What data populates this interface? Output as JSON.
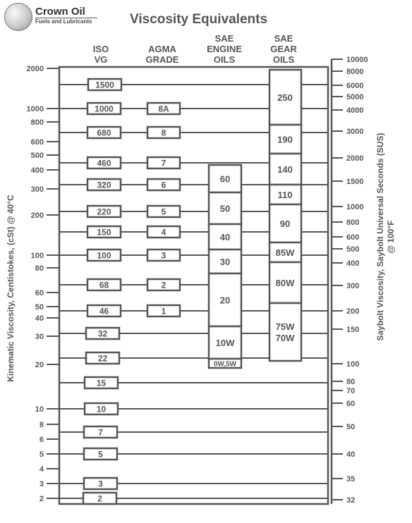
{
  "brand": {
    "name": "Crown Oil",
    "tagline": "Fuels and Lubricants"
  },
  "title": "Viscosity Equivalents",
  "columns": {
    "iso": [
      "ISO",
      "VG"
    ],
    "agma": [
      "AGMA",
      "GRADE"
    ],
    "sae_engine": [
      "SAE",
      "ENGINE",
      "OILS"
    ],
    "sae_gear": [
      "SAE",
      "GEAR",
      "OILS"
    ]
  },
  "left_axis_label": "Kinematic Viscosity, Centistokes, (cSt) @ 40°C",
  "right_axis_label": "Saybolt Viscosity, Saybolt Universal Seconds (SUS) @ 100°F",
  "left_ticks": [
    "2000",
    "1000",
    "800",
    "600",
    "500",
    "400",
    "300",
    "200",
    "100",
    "80",
    "60",
    "50",
    "40",
    "30",
    "20",
    "10",
    "8",
    "6",
    "5",
    "4",
    "3",
    "2"
  ],
  "right_ticks": [
    "10000",
    "8000",
    "6000",
    "5000",
    "4000",
    "3000",
    "2000",
    "1500",
    "1000",
    "800",
    "600",
    "500",
    "400",
    "300",
    "200",
    "150",
    "100",
    "80",
    "70",
    "60",
    "50",
    "40",
    "35",
    "32"
  ],
  "iso_grades": [
    "1500",
    "1000",
    "680",
    "460",
    "320",
    "220",
    "150",
    "100",
    "68",
    "46",
    "32",
    "22",
    "15",
    "10",
    "7",
    "5",
    "3",
    "2"
  ],
  "agma_grades": [
    "8A",
    "8",
    "7",
    "6",
    "5",
    "4",
    "3",
    "2",
    "1"
  ],
  "sae_engine_grades": [
    "60",
    "50",
    "40",
    "30",
    "20",
    "10W",
    "0W,5W"
  ],
  "sae_gear_grades": [
    "250",
    "190",
    "140",
    "110",
    "90",
    "85W",
    "80W",
    "75W",
    "70W"
  ],
  "colors": {
    "ink": "#555555",
    "box": "#ffffff"
  }
}
